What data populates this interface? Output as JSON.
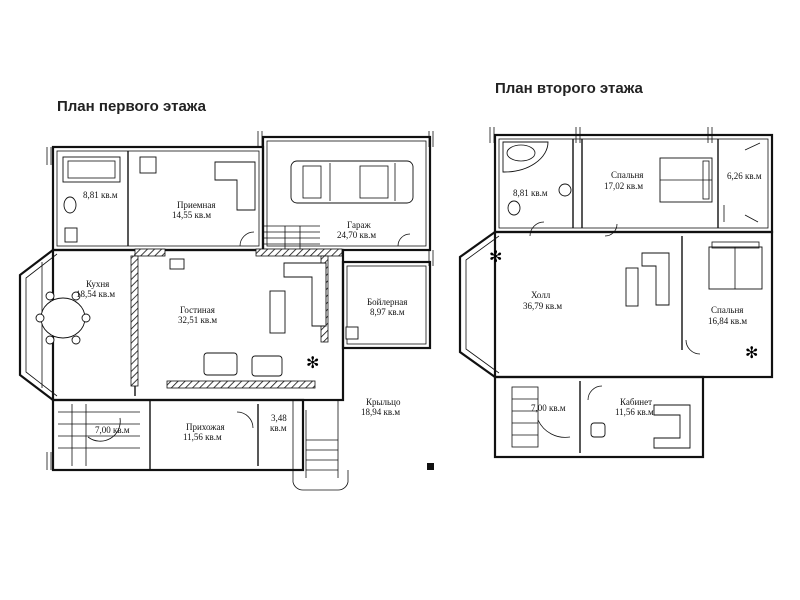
{
  "titles": {
    "floor1": "План первого этажа",
    "floor2": "План второго этажа"
  },
  "floor1": {
    "bath": {
      "area": "8,81 кв.м"
    },
    "reception": {
      "name": "Приемная",
      "area": "14,55 кв.м"
    },
    "garage": {
      "name": "Гараж",
      "area": "24,70 кв.м"
    },
    "kitchen": {
      "name": "Кухня",
      "area": "18,54 кв.м"
    },
    "living": {
      "name": "Гостиная",
      "area": "32,51 кв.м"
    },
    "boiler": {
      "name": "Бойлерная",
      "area": "8,97 кв.м"
    },
    "stair": {
      "area": "7,00 кв.м"
    },
    "hall": {
      "name": "Прихожая",
      "area": "11,56 кв.м"
    },
    "closet": {
      "area": "3,48",
      "unit": "кв.м"
    },
    "porch": {
      "name": "Крыльцо",
      "area": "18,94 кв.м"
    }
  },
  "floor2": {
    "bath": {
      "area": "8,81 кв.м"
    },
    "bedroom1": {
      "name": "Спальня",
      "area": "17,02 кв.м"
    },
    "dressing": {
      "area": "6,26 кв.м"
    },
    "hall": {
      "name": "Холл",
      "area": "36,79 кв.м"
    },
    "bedroom2": {
      "name": "Спальня",
      "area": "16,84 кв.м"
    },
    "stair": {
      "area": "7,00 кв.м"
    },
    "study": {
      "name": "Кабинет",
      "area": "11,56 кв.м"
    }
  }
}
